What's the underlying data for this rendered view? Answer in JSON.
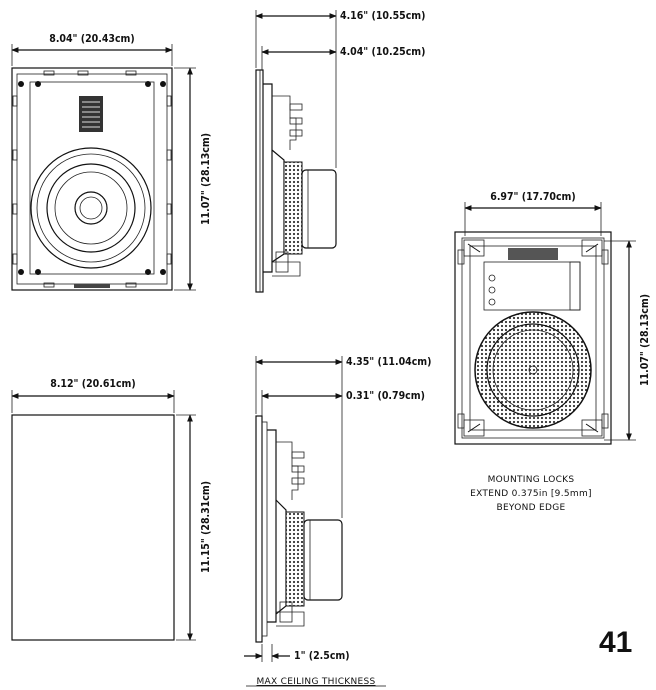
{
  "dimensions": {
    "front_width": "8.04\" (20.43cm)",
    "front_height": "11.07\" (28.13cm)",
    "side_depth_total": "4.16\" (10.55cm)",
    "side_depth_back": "4.04\" (10.25cm)",
    "grille_width": "8.12\" (20.61cm)",
    "grille_height": "11.15\" (28.31cm)",
    "side2_depth_total": "4.35\" (11.04cm)",
    "side2_flange": "0.31\" (0.79cm)",
    "cutout_width": "6.97\" (17.70cm)",
    "cutout_height": "11.07\" (28.13cm)",
    "ceiling_thickness": "1\" (2.5cm)"
  },
  "notes": {
    "mounting_line1": "MOUNTING LOCKS",
    "mounting_line2": "EXTEND 0.375in [9.5mm]",
    "mounting_line3": "BEYOND EDGE",
    "max_ceiling": "MAX CEILING THICKNESS"
  },
  "page_number": "41"
}
